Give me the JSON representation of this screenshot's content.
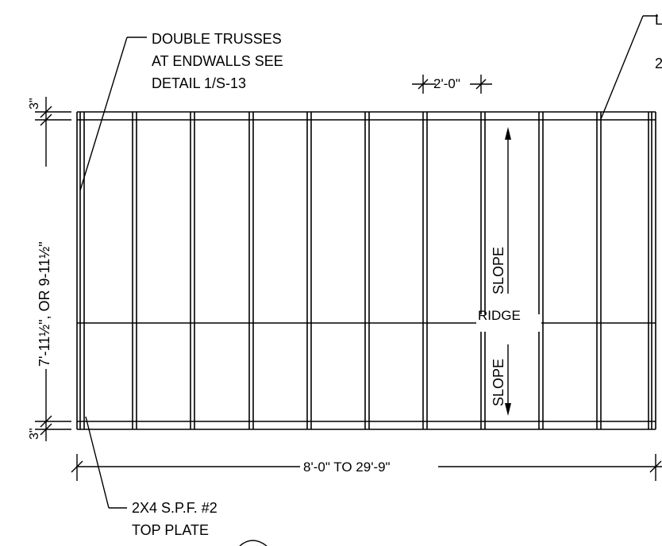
{
  "notes": {
    "double_trusses": [
      "DOUBLE TRUSSES",
      "AT ENDWALLS SEE",
      "DETAIL 1/S-13"
    ],
    "top_plate": [
      "2X4 S.P.F. #2",
      "TOP PLATE"
    ],
    "right_cut_1": "L",
    "right_cut_2": "2"
  },
  "dimensions": {
    "truss_spacing": "2'-0\"",
    "width_overall": "8'-0\" TO 29'-9\"",
    "height_overall": "7'-11½\", OR 9-11½\"",
    "top_offset": "3\"",
    "bottom_offset": "3\""
  },
  "labels": {
    "slope_top": "SLOPE",
    "slope_bottom": "SLOPE",
    "ridge": "RIDGE"
  }
}
